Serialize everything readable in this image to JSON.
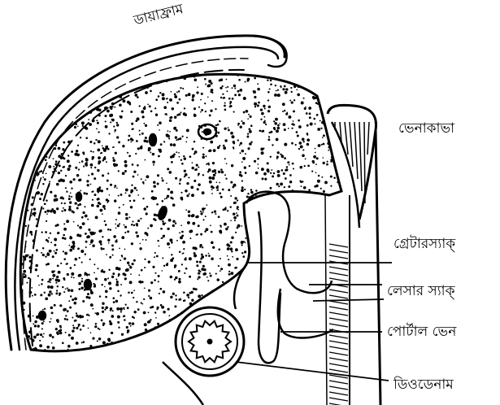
{
  "labels": {
    "diaphragm": "ডায়াফ্রাম",
    "vena_cava": "ভেনাকাভা",
    "greater_sac": "গ্রেটারস্যাক্",
    "lesser_sac": "লেসার স্যাক্",
    "portal_vein": "পোর্টাল ভেন",
    "duodenum": "ডিওডেনাম"
  },
  "colors": {
    "ink": "#000000",
    "paper": "#ffffff"
  }
}
